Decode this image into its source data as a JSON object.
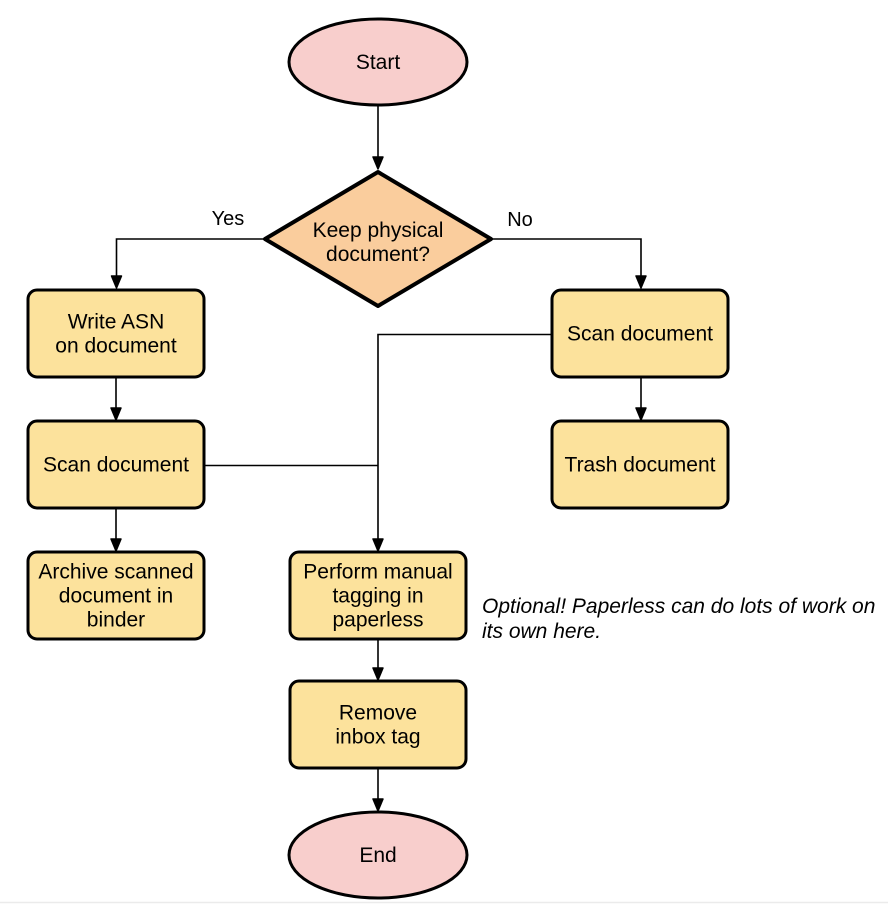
{
  "diagram": {
    "colors": {
      "terminal_fill": "#F8CECC",
      "decision_fill": "#FACD9D",
      "process_fill": "#FCE29C",
      "stroke": "#000000",
      "page_divider": "#EBEBEB"
    },
    "nodes": {
      "start": {
        "label": "Start"
      },
      "decision": {
        "lines": [
          "Keep physical",
          "document?"
        ]
      },
      "write_asn": {
        "lines": [
          "Write ASN",
          "on document"
        ]
      },
      "scan_left": {
        "label": "Scan document"
      },
      "archive": {
        "lines": [
          "Archive scanned",
          "document in",
          "binder"
        ]
      },
      "scan_right": {
        "label": "Scan document"
      },
      "trash": {
        "label": "Trash document"
      },
      "tagging": {
        "lines": [
          "Perform manual",
          "tagging in",
          "paperless"
        ]
      },
      "remove_inbox": {
        "lines": [
          "Remove",
          "inbox tag"
        ]
      },
      "end": {
        "label": "End"
      }
    },
    "edge_labels": {
      "yes": "Yes",
      "no": "No"
    },
    "annotation": {
      "lines": [
        "Optional! Paperless can do lots of work on",
        "its own here."
      ]
    }
  }
}
